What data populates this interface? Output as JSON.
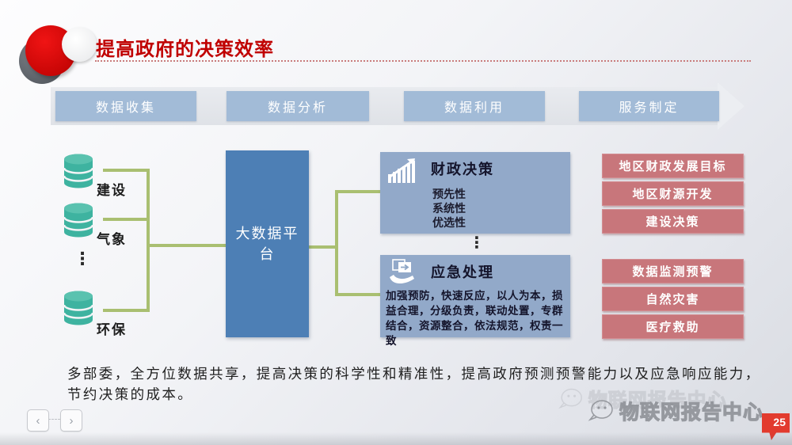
{
  "title": "提高政府的决策效率",
  "process": {
    "steps": [
      "数据收集",
      "数据分析",
      "数据利用",
      "服务制定"
    ]
  },
  "sources": {
    "items": [
      "建设",
      "气象",
      "环保"
    ],
    "ellipsis": "⋮"
  },
  "platform": {
    "label": "大数据平台"
  },
  "decision": {
    "title": "财政决策",
    "items": [
      "预先性",
      "系统性",
      "优选性"
    ]
  },
  "between_panels_ellipsis": "⋮",
  "emergency": {
    "title": "应急处理",
    "body": "加强预防，快速反应，以人为本，损益合理，分级负责，联动处置，专群结合，资源整合，依法规范，权责一致"
  },
  "outcomes": {
    "top": [
      "地区财政发展目标",
      "地区财源开发",
      "建设决策"
    ],
    "bottom": [
      "数据监测预警",
      "自然灾害",
      "医疗救助"
    ]
  },
  "summary": "多部委，全方位数据共享，提高决策的科学性和精准性，提高政府预测预警能力以及应急响应能力，节约决策的成本。",
  "nav": {
    "prev_label": "‹",
    "next_label": "›"
  },
  "watermark": {
    "text": "物联网报告中心"
  },
  "page_number": "25",
  "icons": {
    "logo": "concentric-red-white-circles-logo",
    "decision_icon": "bar-chart-rising-arrow-icon",
    "emergency_icon": "hand-delivery-document-icon",
    "source_icon": "database-cylinder-icon",
    "watermark_icon": "chat-bubble-logo",
    "badge_icon": "ribbon-bookmark",
    "nav_icons": [
      "chevron-left-icon",
      "chevron-right-icon"
    ]
  },
  "colors": {
    "accent_red": "#c00000",
    "step_blue": "#a2bbd7",
    "platform_blue": "#4d7fb5",
    "panel_blue": "#92a9c9",
    "source_teal": "#3eb3a0",
    "connector_green": "#a9bf71",
    "outcome_red": "#c8767b",
    "badge_red": "#e23b2e",
    "watermark_gray": "#8a8d93"
  }
}
